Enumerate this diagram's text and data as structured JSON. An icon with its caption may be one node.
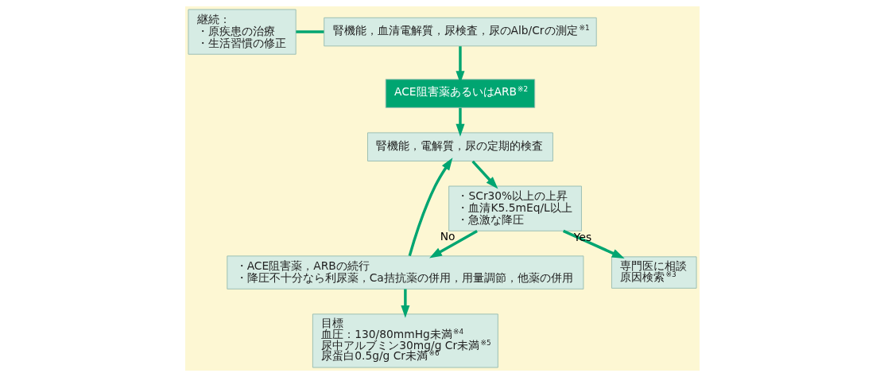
{
  "diagram": {
    "nodes": [
      {
        "text": [
          "継続：",
          "・原疾患の治療",
          "・生活習慣の修正"
        ]
      },
      {
        "text": [
          "腎機能，血清電解質，尿検査，尿のAlb/Crの測定$^{※1}$"
        ]
      },
      {
        "text": [
          "ACE阻害薬あるいはARB$^{※2}$"
        ]
      },
      {
        "text": [
          "・ACE阻害薬，ARBの続行",
          "・降圧不十分なら利尿薬，Ca拮抗薬の併用，用量調節，他薬の併用"
        ]
      },
      {
        "text": [
          "腎機能，電解質，尿の定期的検査"
        ]
      },
      {
        "text": [
          "目標",
          "血圧：130/80mmHg未満$^{※4}$",
          "尿中アルブミン30mg/g Cr未満$^{※5}$",
          "尿蛋白0.5g/g Cr未満$^{※6}$"
        ]
      },
      {
        "text": [
          "・SCr30%以上の上昇",
          "・血清K5.5mEq/L以上",
          "・急激な降圧"
        ]
      },
      {
        "text": [
          "専門医に相談",
          "原因検索$^{※3}$"
        ]
      }
    ],
    "edges": [
      {
        "from": 0,
        "to": 1,
        "arrow": "none"
      },
      {
        "from": 1,
        "to": 2,
        "arrow": "to"
      },
      {
        "from": 2,
        "to": 4,
        "arrow": "to"
      },
      {
        "from": 3,
        "to": 4,
        "arrow": "to"
      },
      {
        "from": 3,
        "to": 5,
        "arrow": "to"
      },
      {
        "from": 4,
        "to": 6,
        "arrow": "to"
      },
      {
        "from": 6,
        "to": 3,
        "arrow": "to",
        "label": "No"
      },
      {
        "from": 6,
        "to": 7,
        "arrow": "to",
        "label": "Yes"
      }
    ]
  }
}
